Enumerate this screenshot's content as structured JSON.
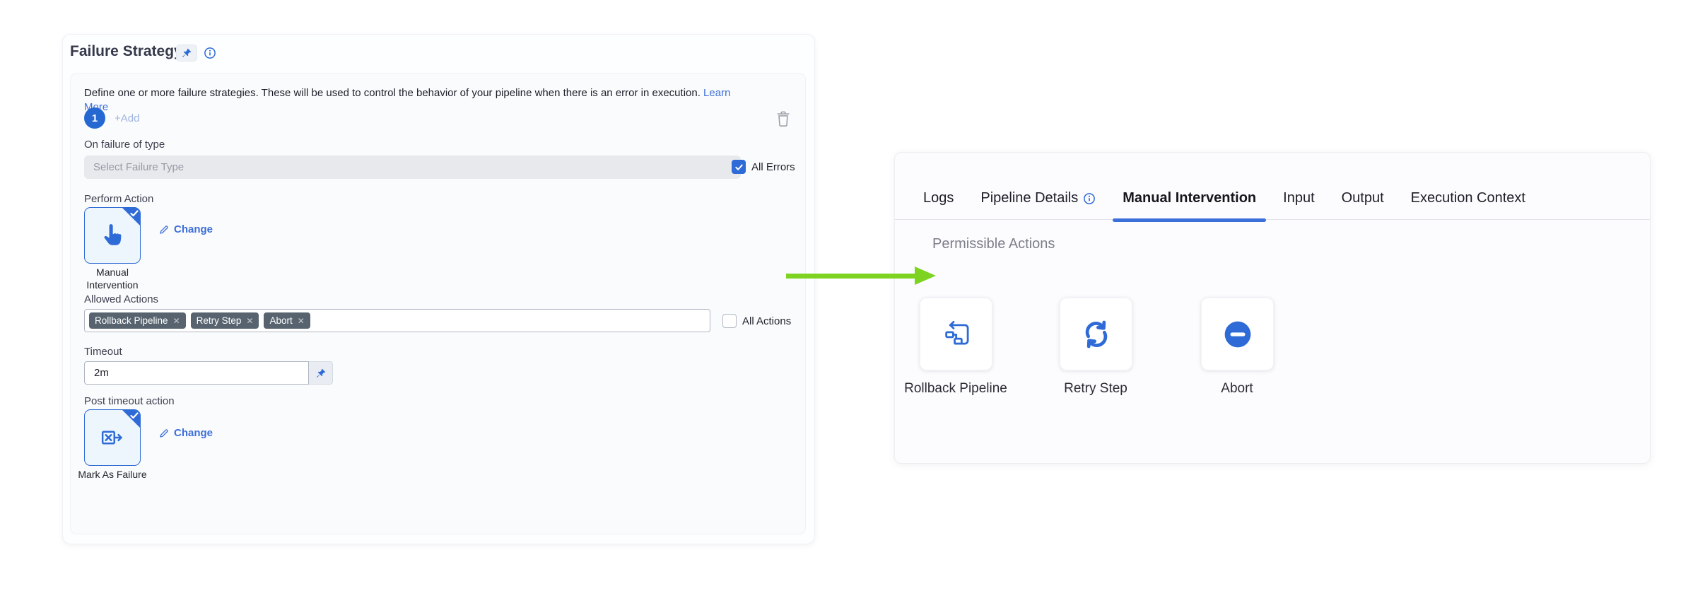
{
  "failure_strategy": {
    "title": "Failure Strategy",
    "description": "Define one or more failure strategies. These will be used to control the behavior of your pipeline when there is an error in execution.",
    "learn_more_label": "Learn More",
    "strategy_number": "1",
    "add_button_label": "+Add",
    "fields": {
      "on_failure_label": "On failure of type",
      "failure_type_placeholder": "Select Failure Type",
      "all_errors_label": "All Errors",
      "perform_action_label": "Perform Action",
      "perform_action_name": "Manual Intervention",
      "change_label": "Change",
      "allowed_actions_label": "Allowed Actions",
      "allowed_actions": [
        "Rollback Pipeline",
        "Retry Step",
        "Abort"
      ],
      "all_actions_label": "All Actions",
      "timeout_label": "Timeout",
      "timeout_value": "2m",
      "post_timeout_label": "Post timeout action",
      "post_timeout_action_name": "Mark As Failure"
    }
  },
  "details_panel": {
    "tabs": [
      {
        "label": "Logs",
        "active": false
      },
      {
        "label": "Pipeline Details",
        "active": false,
        "has_info_icon": true
      },
      {
        "label": "Manual Intervention",
        "active": true
      },
      {
        "label": "Input",
        "active": false
      },
      {
        "label": "Output",
        "active": false
      },
      {
        "label": "Execution Context",
        "active": false
      }
    ],
    "heading": "Permissible Actions",
    "actions": [
      {
        "label": "Rollback Pipeline",
        "icon": "rollback-pipeline-icon"
      },
      {
        "label": "Retry Step",
        "icon": "retry-icon"
      },
      {
        "label": "Abort",
        "icon": "abort-icon"
      }
    ]
  },
  "icons": {
    "remove_glyph": "✕"
  },
  "colors": {
    "accent_blue": "#2e6bd6",
    "link_blue": "#3d6fd9",
    "tab_underline": "#3b6fd9",
    "chip_background": "#57646f",
    "arrow_green": "#7ed321",
    "disabled_input_bg": "#e7e9ed"
  }
}
